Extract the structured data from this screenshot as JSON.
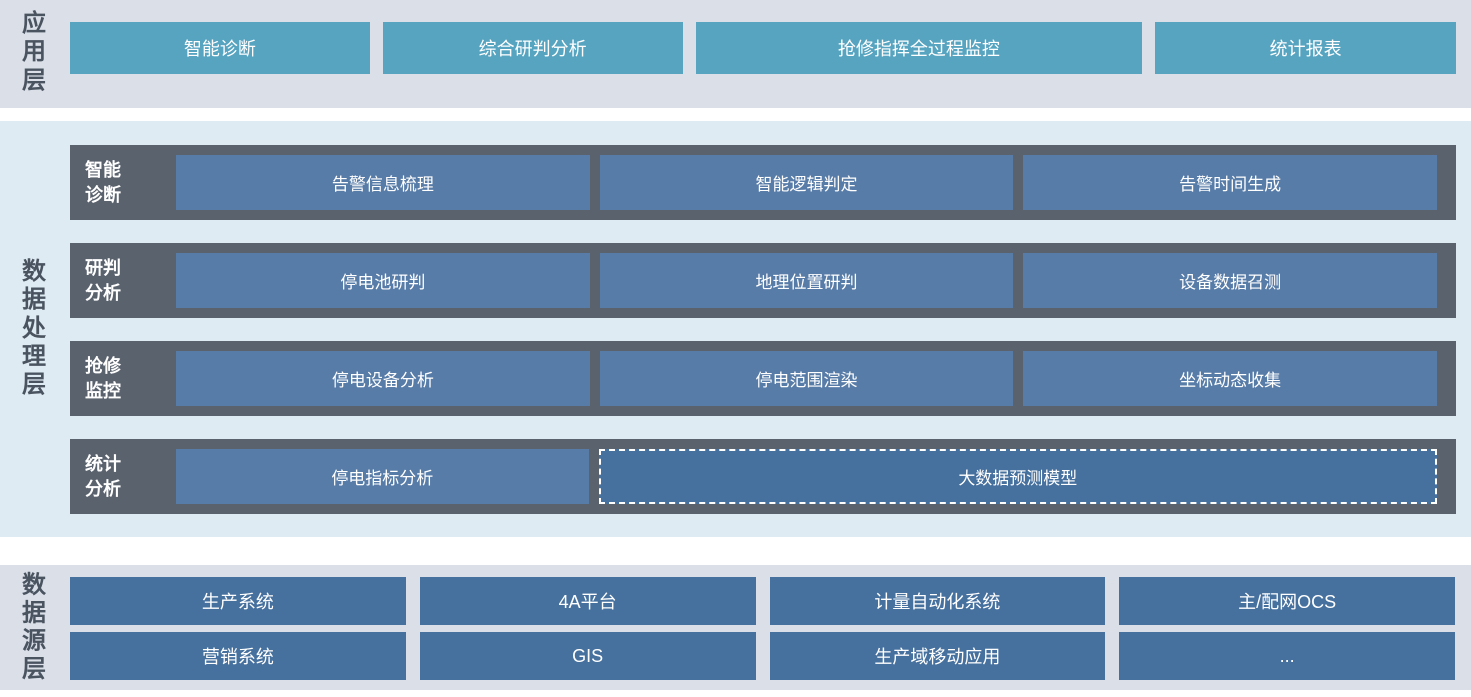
{
  "colors": {
    "band-light": "#dadfe8",
    "band-blue": "#dfebf3",
    "teal": "#57a4c1",
    "slate": "#5a626e",
    "mid-blue": "#587ca8",
    "dark-blue": "#46709e",
    "label-text": "#4a5460",
    "box-text": "#ffffff"
  },
  "application_layer": {
    "label": "应用层",
    "items": [
      "智能诊断",
      "综合研判分析",
      "抢修指挥全过程监控",
      "统计报表"
    ]
  },
  "processing_layer": {
    "label": "数据处理层",
    "rows": [
      {
        "label": "智能诊断",
        "items": [
          "告警信息梳理",
          "智能逻辑判定",
          "告警时间生成"
        ]
      },
      {
        "label": "研判分析",
        "items": [
          "停电池研判",
          "地理位置研判",
          "设备数据召测"
        ]
      },
      {
        "label": "抢修监控",
        "items": [
          "停电设备分析",
          "停电范围渲染",
          "坐标动态收集"
        ]
      },
      {
        "label": "统计分析",
        "items": [
          "停电指标分析"
        ],
        "dashed_item": "大数据预测模型"
      }
    ]
  },
  "source_layer": {
    "label": "数据源层",
    "rows": [
      [
        "生产系统",
        "4A平台",
        "计量自动化系统",
        "主/配网OCS"
      ],
      [
        "营销系统",
        "GIS",
        "生产域移动应用",
        "..."
      ]
    ]
  }
}
